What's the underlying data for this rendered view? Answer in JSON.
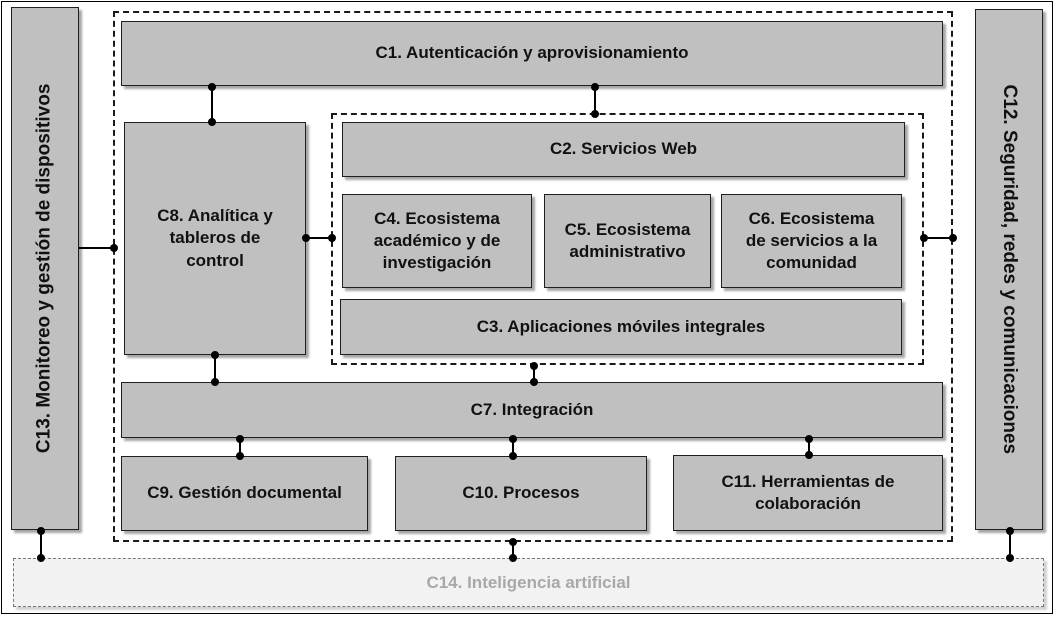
{
  "components": {
    "c1": "C1. Autenticación y aprovisionamiento",
    "c2": "C2. Servicios Web",
    "c3": "C3. Aplicaciones móviles integrales",
    "c4": "C4. Ecosistema\nacadémico y de\ninvestigación",
    "c5": "C5. Ecosistema\nadministrativo",
    "c6": "C6. Ecosistema\nde servicios a la\ncomunidad",
    "c7": "C7. Integración",
    "c8": "C8. Analítica y\ntableros de\ncontrol",
    "c9": "C9. Gestión documental",
    "c10": "C10. Procesos",
    "c11": "C11. Herramientas de\ncolaboración",
    "c12": "C12. Seguridad, redes y comunicaciones",
    "c13": "C13. Monitoreo y gestión de dispositivos",
    "c14": "C14. Inteligencia artificial"
  },
  "colors": {
    "box_fill": "#c0c0c0",
    "ai_text": "#a8a8a8"
  }
}
